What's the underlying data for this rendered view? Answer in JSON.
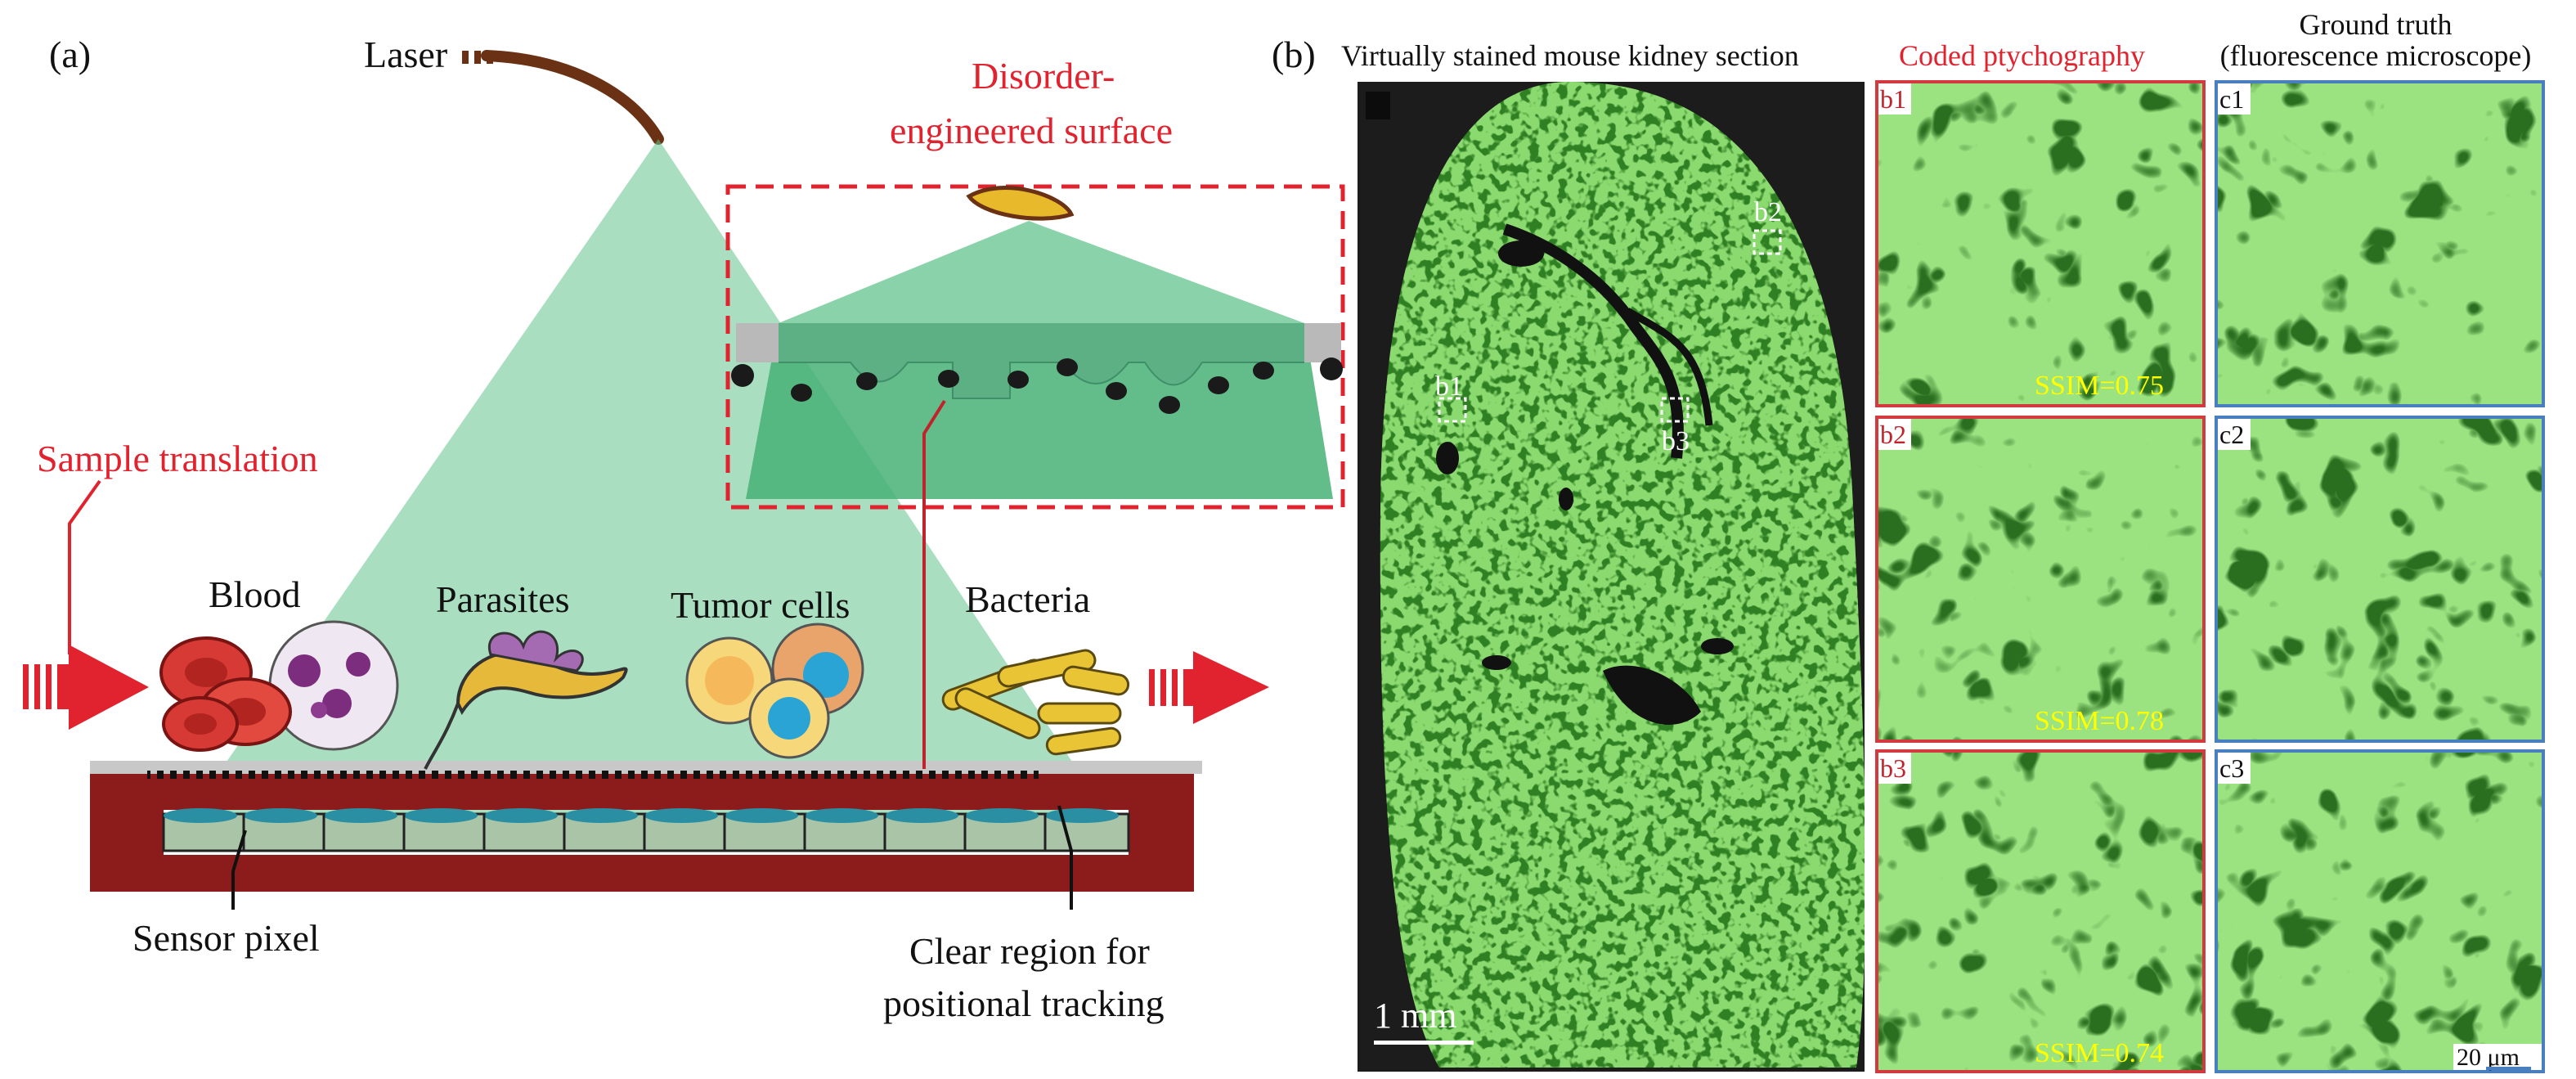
{
  "panel_a": {
    "label": "(a)",
    "laser": "Laser",
    "disorder": [
      "Disorder-",
      "engineered surface"
    ],
    "sample_translation": "Sample translation",
    "samples": [
      "Blood",
      "Parasites",
      "Tumor cells",
      "Bacteria"
    ],
    "sensor_pixel": "Sensor pixel",
    "clear_region": [
      "Clear region for",
      "positional tracking"
    ]
  },
  "panel_b": {
    "label": "(b)",
    "section_title": "Virtually stained mouse kidney section",
    "coded_title": "Coded ptychography",
    "gt_title": [
      "Ground truth",
      "(fluorescence microscope)"
    ],
    "roi": [
      "b1",
      "b2",
      "b3"
    ],
    "scale_main": "1 mm",
    "scale_zoom": "20 μm",
    "coded_tiles": [
      {
        "id": "b1",
        "ssim": "SSIM=0.75"
      },
      {
        "id": "b2",
        "ssim": "SSIM=0.78"
      },
      {
        "id": "b3",
        "ssim": "SSIM=0.74"
      }
    ],
    "gt_tiles": [
      "c1",
      "c2",
      "c3"
    ]
  },
  "colors": {
    "accent_red": "#e0232e",
    "ssim_yellow": "#ffff00",
    "gt_blue": "#4a7fbf",
    "tissue_green": "#45b52c",
    "beam_green": "#63c48d",
    "holder": "#8c1c1c"
  }
}
